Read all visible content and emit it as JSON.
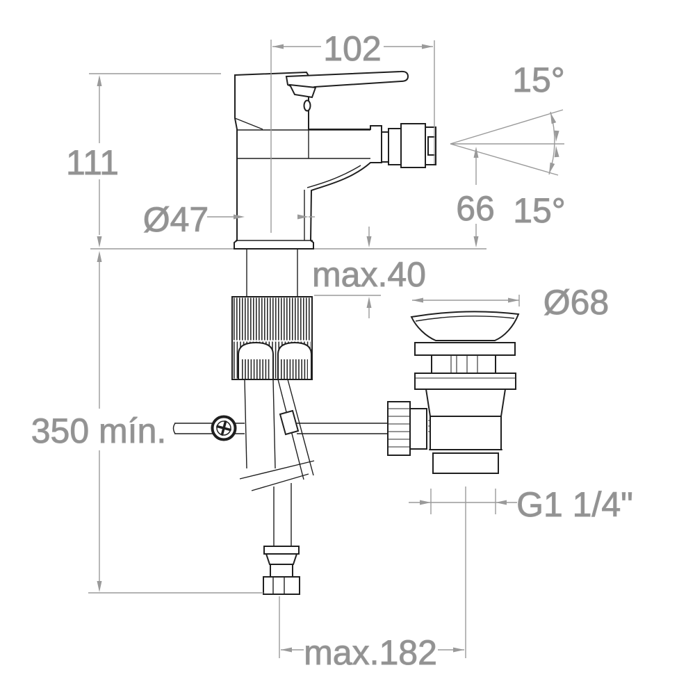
{
  "drawing": {
    "title": "bidet-mixer-installation-drawing",
    "dimensions": {
      "spout_reach": "102",
      "body_height": "111",
      "body_diameter": "Ø47",
      "deck_thickness": "max.40",
      "drain_flange_diameter": "Ø68",
      "outlet_height": "66",
      "angle_up": "15°",
      "angle_down": "15°",
      "hose_min_length": "350 mín.",
      "drain_thread": "G1 1/4\"",
      "hose_reach": "max.182"
    },
    "colors": {
      "outline": "#1f1f1f",
      "dimension": "#9a9a9a",
      "background": "#ffffff"
    }
  }
}
